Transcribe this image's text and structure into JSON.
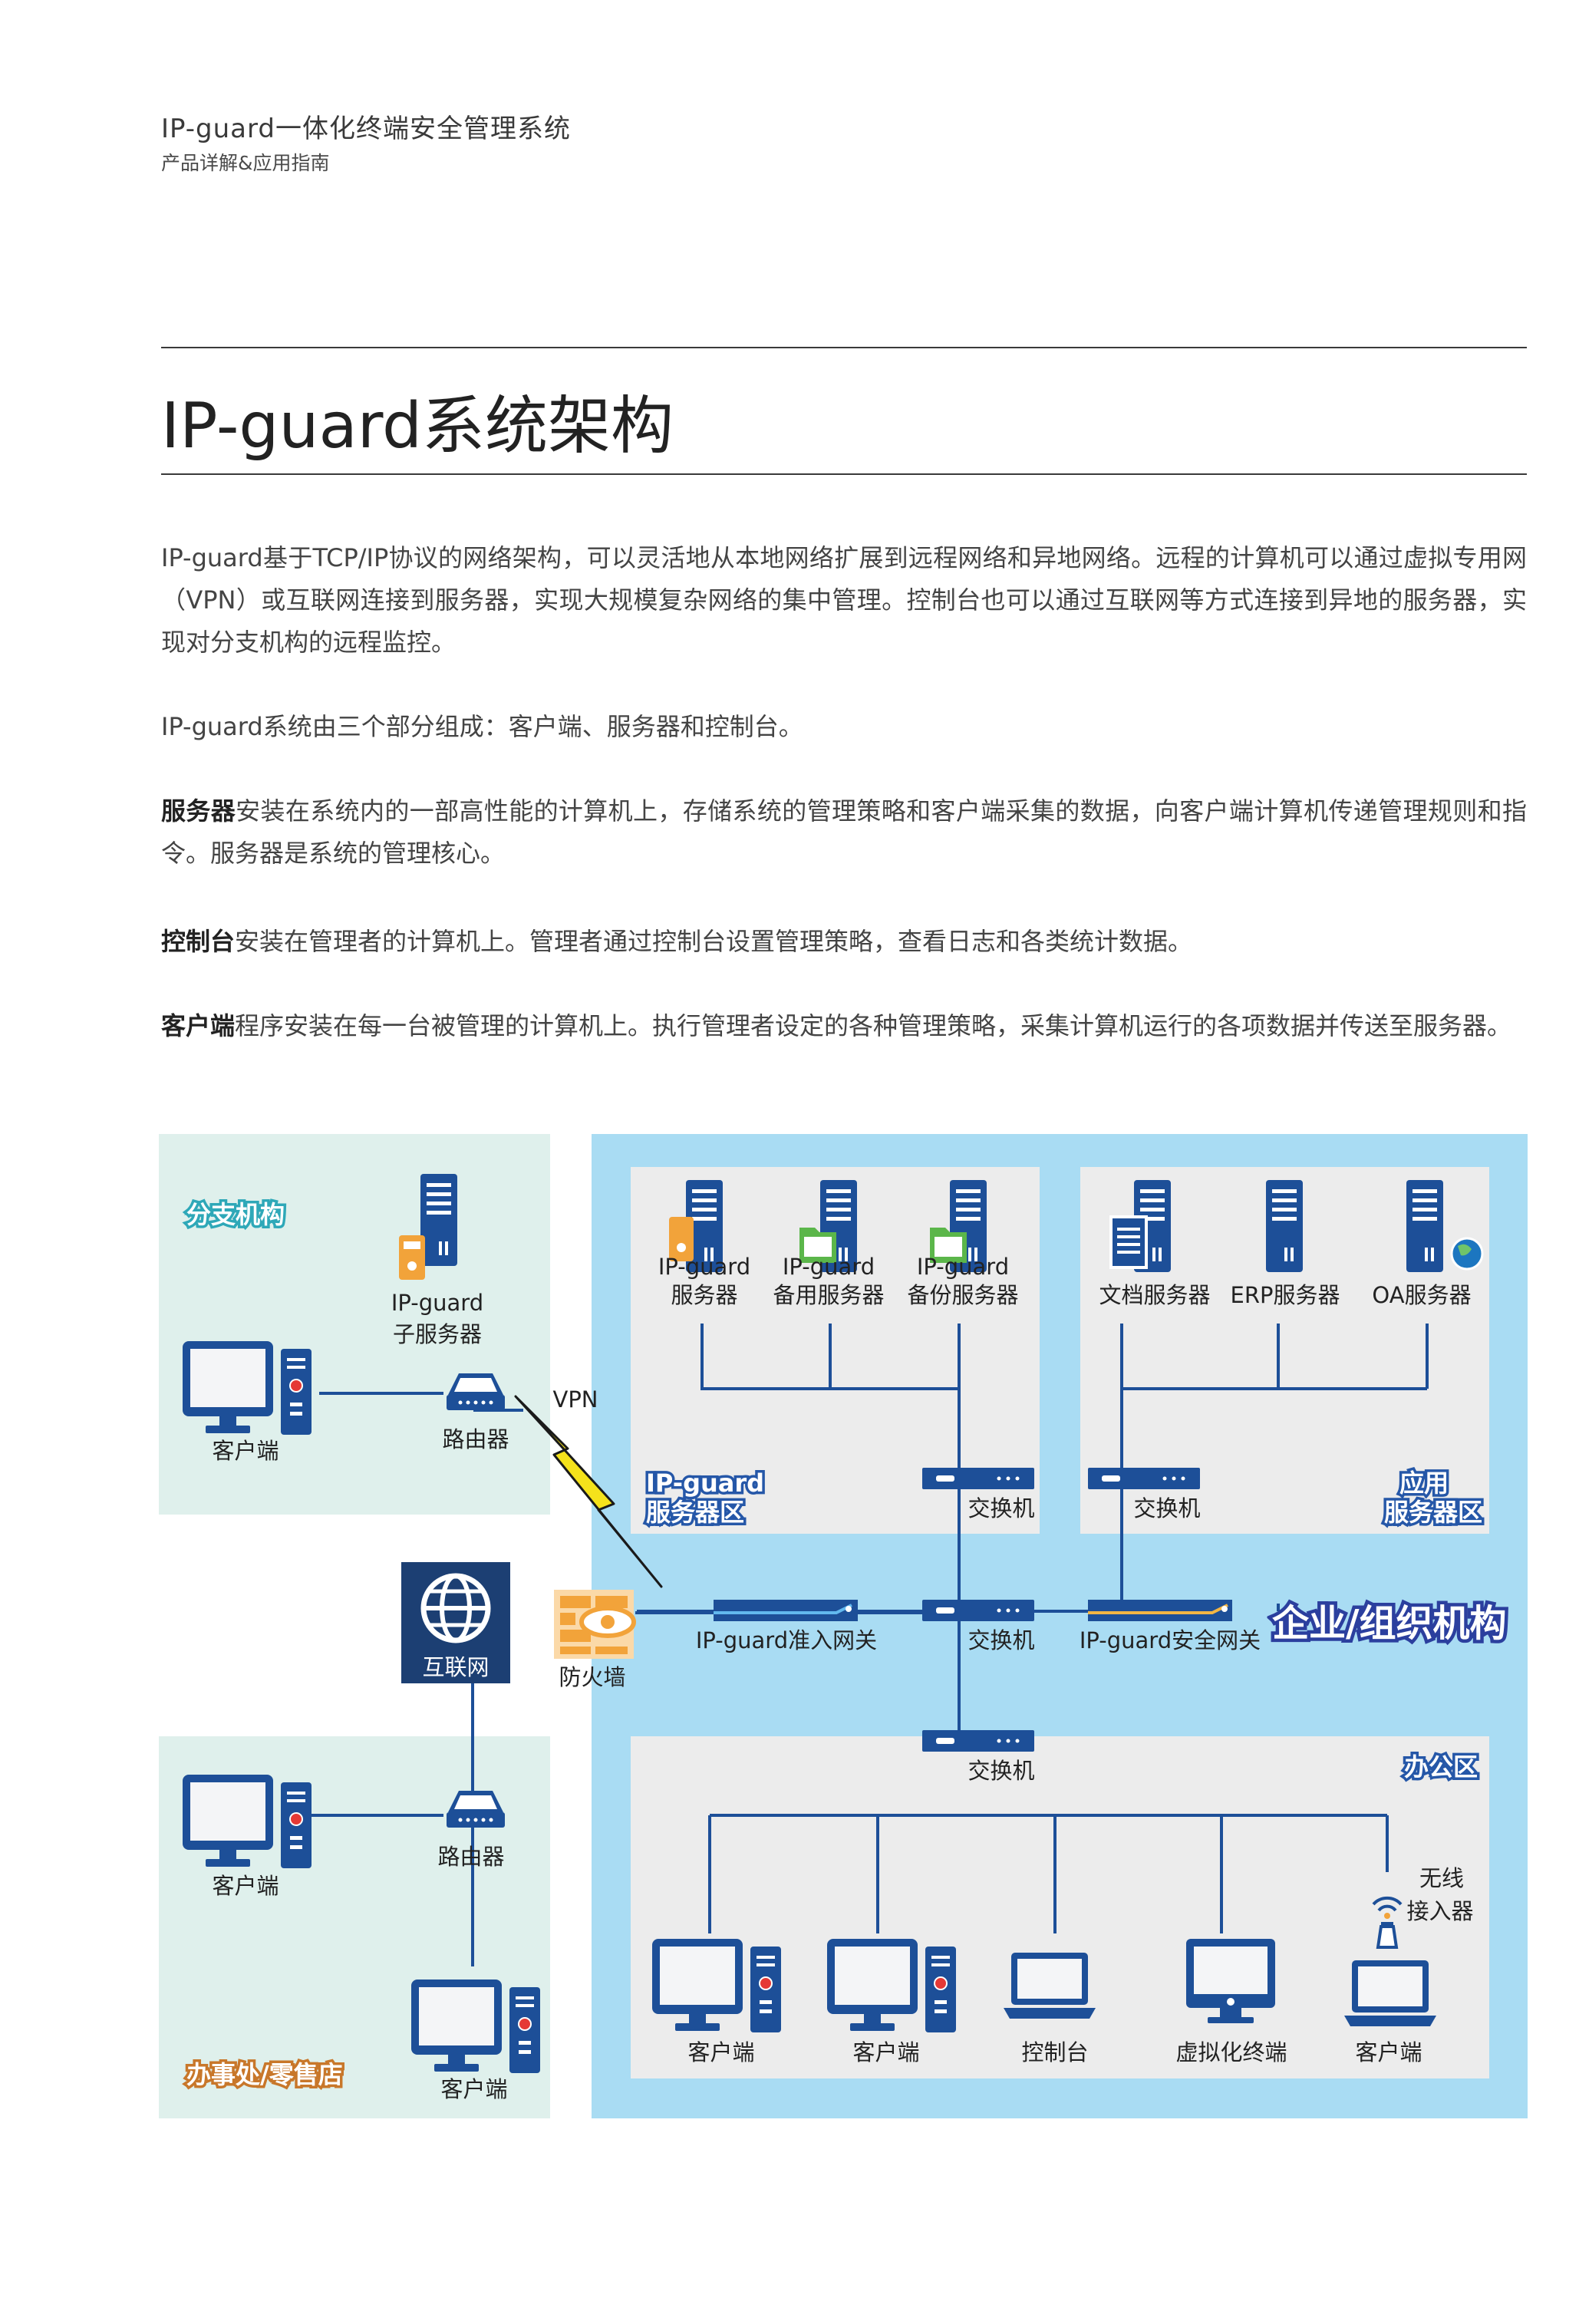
{
  "header": {
    "title": "IP-guard一体化终端安全管理系统",
    "subtitle": "产品详解&应用指南"
  },
  "section_title": "IP-guard系统架构",
  "paragraphs": {
    "p1": "IP-guard基于TCP/IP协议的网络架构，可以灵活地从本地网络扩展到远程网络和异地网络。远程的计算机可以通过虚拟专用网（VPN）或互联网连接到服务器，实现大规模复杂网络的集中管理。控制台也可以通过互联网等方式连接到异地的服务器，实现对分支机构的远程监控。",
    "p2": "IP-guard系统由三个部分组成：客户端、服务器和控制台。",
    "p3_bold": "服务器",
    "p3": "安装在系统内的一部高性能的计算机上，存储系统的管理策略和客户端采集的数据，向客户端计算机传递管理规则和指令。服务器是系统的管理核心。",
    "p4_bold": "控制台",
    "p4": "安装在管理者的计算机上。管理者通过控制台设置管理策略，查看日志和各类统计数据。",
    "p5_bold": "客户端",
    "p5": "程序安装在每一台被管理的计算机上。执行管理者设定的各种管理策略，采集计算机运行的各项数据并传送至服务器。"
  },
  "diagram": {
    "zones": {
      "branch": "分支机构",
      "office_retail": "办事处/零售店",
      "enterprise": "企业/组织机构",
      "server_zone_1": "IP-guard",
      "server_zone_2": "服务器区",
      "app_zone_1": "应用",
      "app_zone_2": "服务器区",
      "office_zone": "办公区"
    },
    "branch": {
      "subserver_1": "IP-guard",
      "subserver_2": "子服务器",
      "client": "客户端",
      "router": "路由器",
      "vpn": "VPN"
    },
    "internet": "互联网",
    "firewall": "防火墙",
    "servers": {
      "s1_1": "IP-guard",
      "s1_2": "服务器",
      "s2_1": "IP-guard",
      "s2_2": "备用服务器",
      "s3_1": "IP-guard",
      "s3_2": "备份服务器"
    },
    "app_servers": {
      "doc": "文档服务器",
      "erp": "ERP服务器",
      "oa": "OA服务器"
    },
    "switch": "交换机",
    "gateways": {
      "access": "IP-guard准入网关",
      "security": "IP-guard安全网关"
    },
    "retail": {
      "client1": "客户端",
      "router": "路由器",
      "client2": "客户端"
    },
    "office": {
      "c1": "客户端",
      "c2": "客户端",
      "console": "控制台",
      "virtual": "虚拟化终端",
      "c3": "客户端",
      "wifi_1": "无线",
      "wifi_2": "接入器"
    },
    "colors": {
      "navy": "#1d4f98",
      "panel_blue": "#a9dcf3",
      "panel_gray": "#ececec",
      "panel_teal": "#dff0ec",
      "orange": "#f2a33a",
      "green": "#5bb64a"
    }
  }
}
